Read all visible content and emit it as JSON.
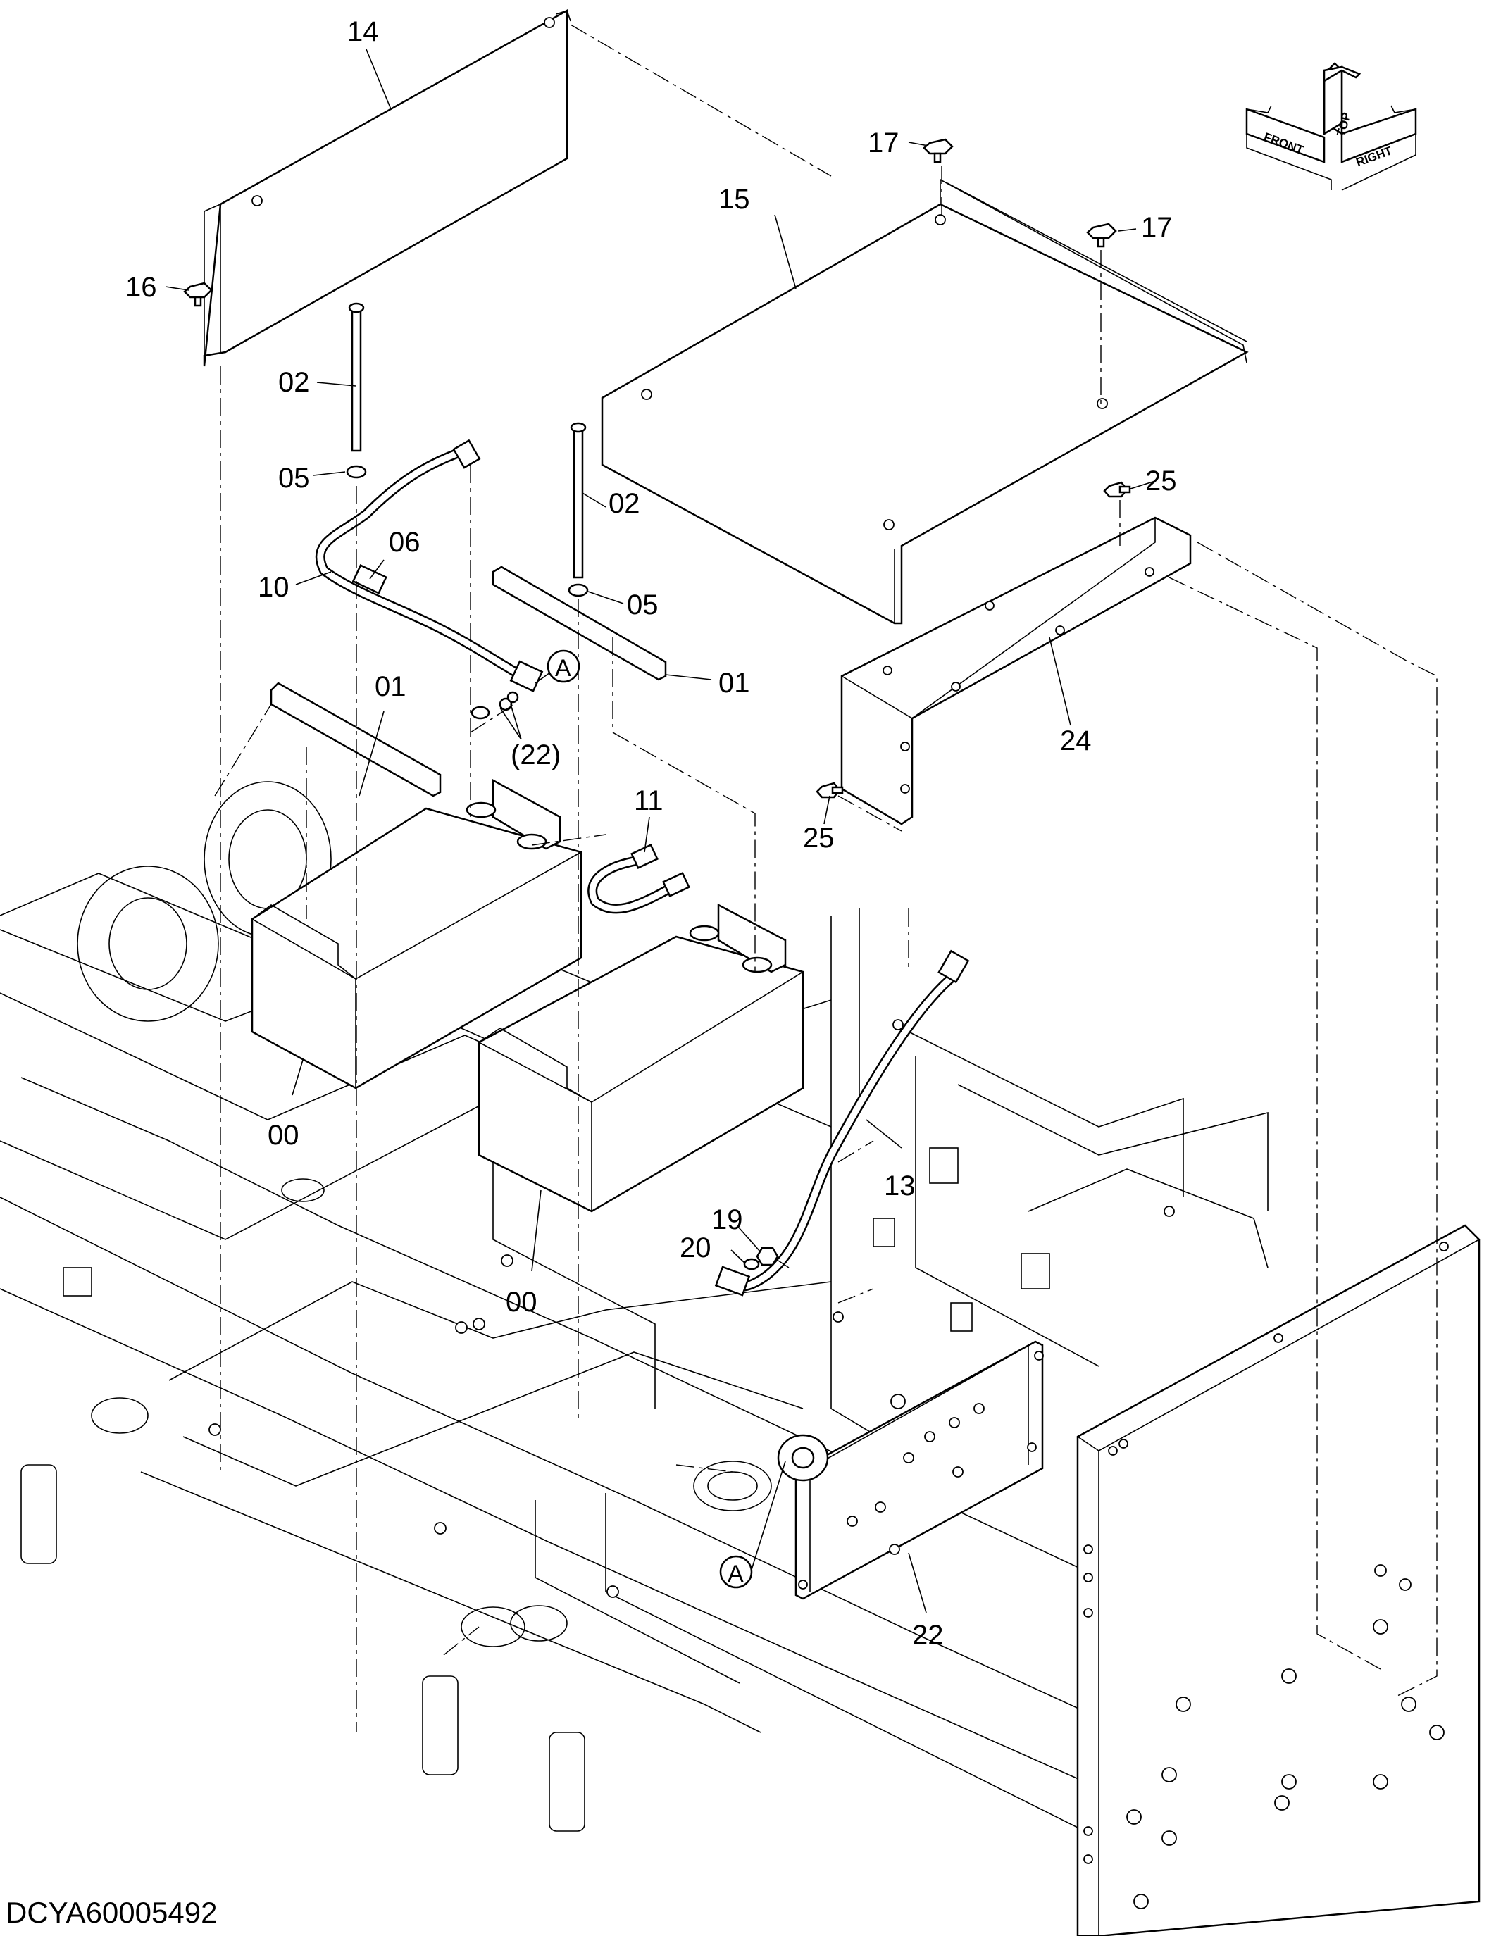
{
  "drawing_code": "DCYA60005492",
  "orientation_indicator": {
    "front": "FRONT",
    "top": "TOP",
    "right": "RIGHT"
  },
  "callouts": {
    "c14": "14",
    "c15": "15",
    "c16": "16",
    "c17a": "17",
    "c17b": "17",
    "c02a": "02",
    "c02b": "02",
    "c05a": "05",
    "c05b": "05",
    "c06": "06",
    "c10": "10",
    "c01a": "01",
    "c01b": "01",
    "c22p": "(22)",
    "cA1": "A",
    "cA2": "A",
    "c25a": "25",
    "c25b": "25",
    "c24": "24",
    "c11": "11",
    "c00a": "00",
    "c00b": "00",
    "c13": "13",
    "c19": "19",
    "c20": "20",
    "c22": "22"
  }
}
